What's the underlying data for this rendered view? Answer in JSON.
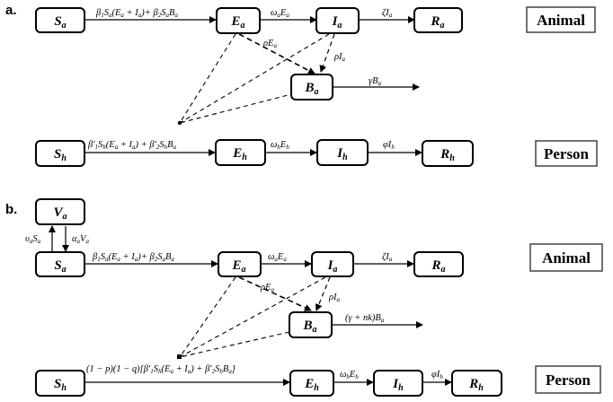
{
  "panels": {
    "a": {
      "label": "a.",
      "category_label": "Animal",
      "person_label": "Person",
      "nodes": {
        "Sa": "Sa",
        "Ea": "Ea",
        "Ia": "Ia",
        "Ra": "Ra",
        "Ba": "Ba",
        "Sh": "Sh",
        "Eh": "Eh",
        "Ih": "Ih",
        "Rh": "Rh"
      },
      "rates": {
        "Sa_Ea": "β1Sa(Ea + Ia)+ β2SaBa",
        "Ea_Ia": "ωaEa",
        "Ia_Ra": "ζIa",
        "Ea_Ba": "ρEa",
        "Ia_Ba": "ρIa",
        "Ba_out": "γBa",
        "Sh_Eh": "β′1Sh(Ea + Ia) + β′2ShBa",
        "Eh_Ih": "ωhEh",
        "Ih_Rh": "φIh"
      }
    },
    "b": {
      "label": "b.",
      "category_label": "Animal",
      "person_label": "Person",
      "nodes": {
        "Va": "Va",
        "Sa": "Sa",
        "Ea": "Ea",
        "Ia": "Ia",
        "Ra": "Ra",
        "Ba": "Ba",
        "Sh": "Sh",
        "Eh": "Eh",
        "Ih": "Ih",
        "Rh": "Rh"
      },
      "rates": {
        "Sa_Va": "υaSa",
        "Va_Sa": "αaVa",
        "Sa_Ea": "β1Sa(Ea + Ia)+ β2SaBa",
        "Ea_Ia": "ωaEa",
        "Ia_Ra": "ζIa",
        "Ea_Ba": "ρEa",
        "Ia_Ba": "ρIa",
        "Ba_out": "(γ + nk)Ba",
        "Sh_Eh": "(1 − p)(1 − q)[β′1Sh(Ea + Ia) + β′2ShBa]",
        "Eh_Ih": "ωhEh",
        "Ih_Rh": "φIh"
      }
    }
  }
}
